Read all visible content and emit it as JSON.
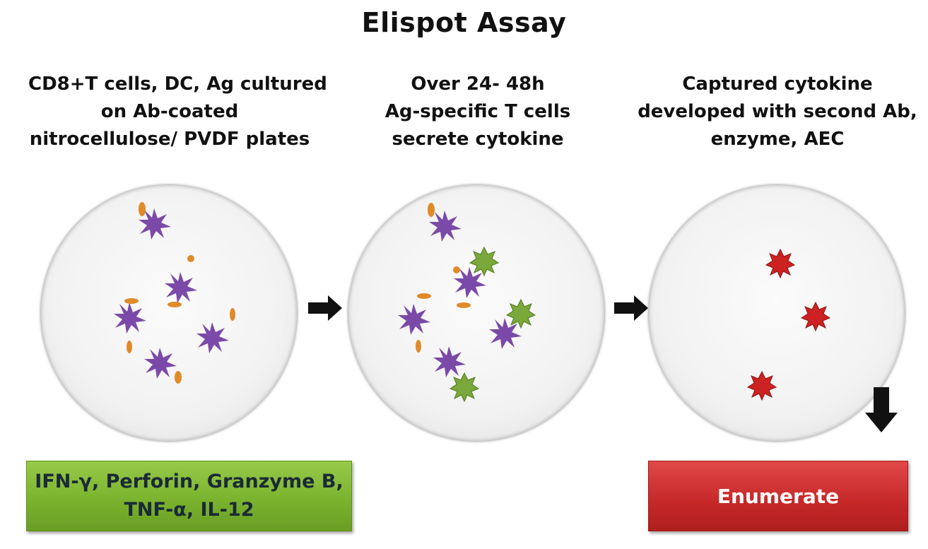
{
  "title": "Elispot Assay",
  "steps": [
    {
      "lines": [
        "CD8+T cells, DC, Ag cultured",
        "on Ab-coated",
        "nitrocellulose/ PVDF plates"
      ]
    },
    {
      "lines": [
        "Over 24- 48h",
        "Ag-specific T cells",
        "secrete cytokine"
      ]
    },
    {
      "lines": [
        "Captured cytokine",
        "developed with second Ab,",
        "enzyme, AEC"
      ]
    }
  ],
  "cytokine_box": {
    "line1": "IFN-γ, Perforin, Granzyme B,",
    "line2": "TNF-α, IL-12"
  },
  "enumerate_box": {
    "label": "Enumerate"
  },
  "colors": {
    "t_cell": "#7b4aa8",
    "antigen": "#e08a2a",
    "cytokine_spot": "#7aa83a",
    "developed_spot": "#cc2222",
    "green_box": "#7bb32e",
    "red_box": "#c62828"
  }
}
